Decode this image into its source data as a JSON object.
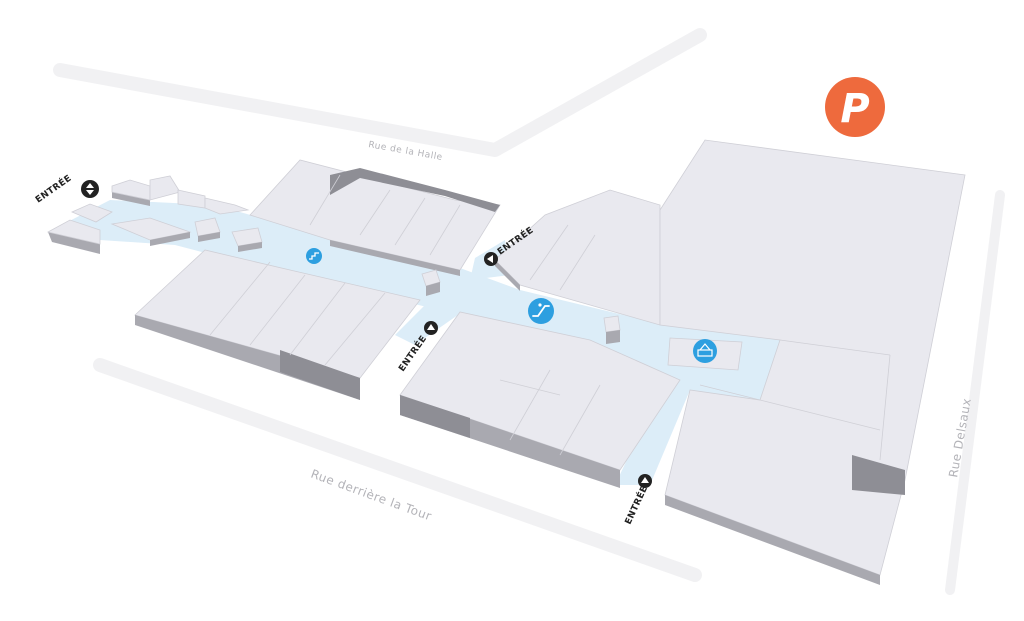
{
  "map": {
    "streets": {
      "rue_de_la_halle": "Rue de la Halle",
      "rue_derriere_la_tour": "Rue derrière la Tour",
      "rue_delsaux": "Rue Delsaux"
    },
    "entrances": [
      {
        "label": "ENTRÉE",
        "arrow": "up-down-arrow-icon"
      },
      {
        "label": "ENTRÉE",
        "arrow": "arrow-left-icon"
      },
      {
        "label": "ENTRÉE",
        "arrow": "arrow-up-icon"
      },
      {
        "label": "ENTRÉE",
        "arrow": "arrow-up-icon"
      }
    ],
    "parking": {
      "label": "P",
      "color": "#ee6a3d"
    },
    "pois": [
      {
        "icon": "stairs-icon",
        "color": "#2d9fe0"
      },
      {
        "icon": "escalator-icon",
        "color": "#2d9fe0"
      },
      {
        "icon": "information-desk-icon",
        "color": "#2d9fe0"
      }
    ],
    "colors": {
      "corridor": "#dcedf8",
      "building_top": "#e9e9ef",
      "building_side": "#a9a9b0",
      "poi": "#2d9fe0",
      "parking": "#ee6a3d"
    }
  }
}
